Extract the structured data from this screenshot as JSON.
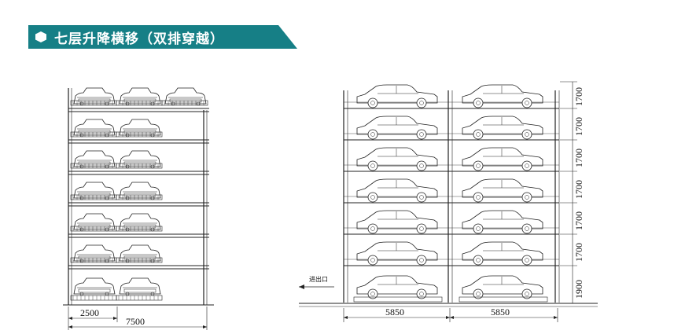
{
  "header": {
    "title": "七层升降横移（双排穿越）"
  },
  "left_view": {
    "dim_width_1": "2500",
    "dim_width_2": "7500"
  },
  "right_view": {
    "entry_label": "进出口",
    "dim_width_1": "5850",
    "dim_width_2": "5850",
    "level_heights": [
      "1700",
      "1700",
      "1700",
      "1700",
      "1700",
      "1700",
      "1900"
    ]
  },
  "colors": {
    "banner": "#167f86",
    "line": "#222222"
  }
}
